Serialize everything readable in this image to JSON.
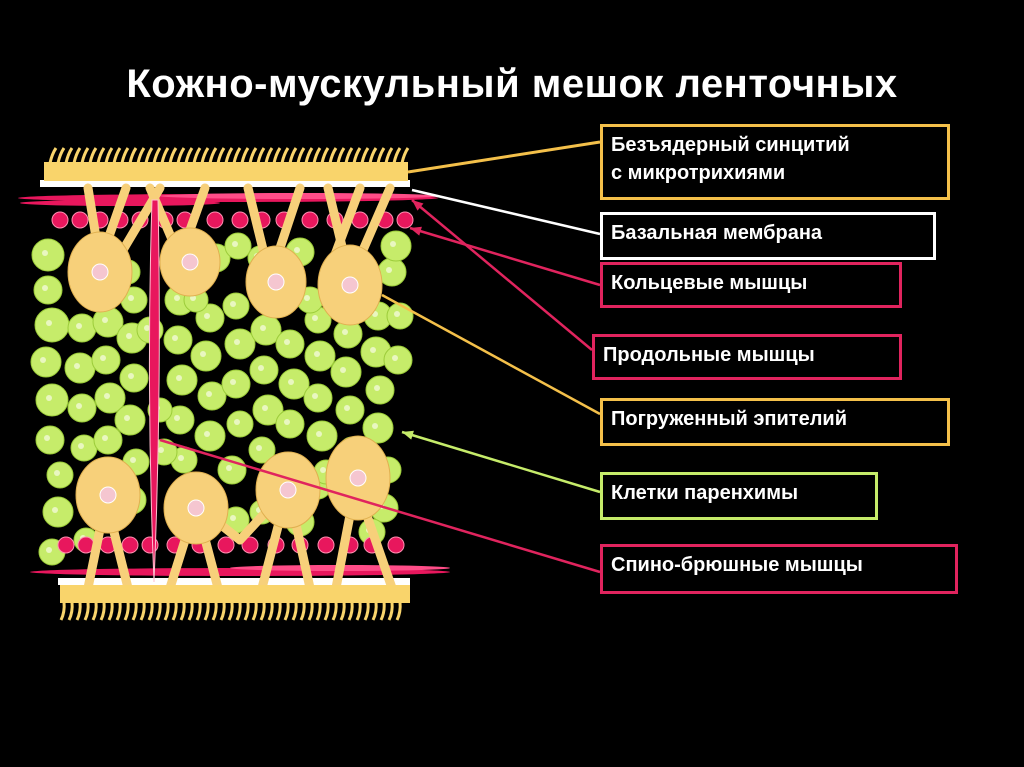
{
  "title": "Кожно-мускульный мешок ленточных",
  "labels": [
    {
      "id": "syncytium",
      "lines": [
        "Безъядерный синцитий",
        "с микротрихиями"
      ],
      "color": "#f4c04a"
    },
    {
      "id": "basal",
      "lines": [
        "Базальная мембрана"
      ],
      "color": "#ffffff"
    },
    {
      "id": "circular",
      "lines": [
        "Кольцевые мышцы"
      ],
      "color": "#e0245e"
    },
    {
      "id": "longitudinal",
      "lines": [
        "Продольные мышцы"
      ],
      "color": "#e0245e"
    },
    {
      "id": "epithelium",
      "lines": [
        "Погруженный эпителий"
      ],
      "color": "#f4c04a"
    },
    {
      "id": "parenchyma",
      "lines": [
        "Клетки паренхимы"
      ],
      "color": "#c6ec6a"
    },
    {
      "id": "dorsoventral",
      "lines": [
        "Спино-брюшные мышцы"
      ],
      "color": "#e0245e"
    }
  ],
  "colors": {
    "syncytium": "#f9d46b",
    "cell_body": "#f7d07a",
    "parenchyma_cell": "#c6ec6a",
    "parenchyma_nucleus": "#e9f7c0",
    "muscle": "#e8175d",
    "membrane": "#ffffff",
    "nucleus": "#f5c6d0"
  }
}
